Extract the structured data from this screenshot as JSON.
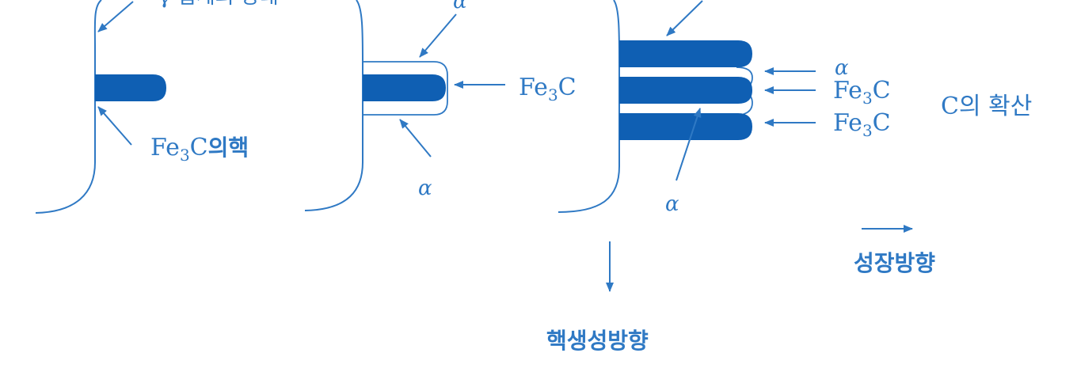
{
  "labels": {
    "top_left_partial": "γ 입계의 상태",
    "alpha": "α",
    "fe": "Fe",
    "sub3": "3",
    "c": "C",
    "nucleus_suffix": "의핵",
    "carbon_diffusion": "C의 확산",
    "growth_direction": "성장방향",
    "nucleation_direction": "핵생성방향"
  },
  "colors": {
    "ink": "#2f79c4",
    "fill": "#0f5fb3"
  }
}
